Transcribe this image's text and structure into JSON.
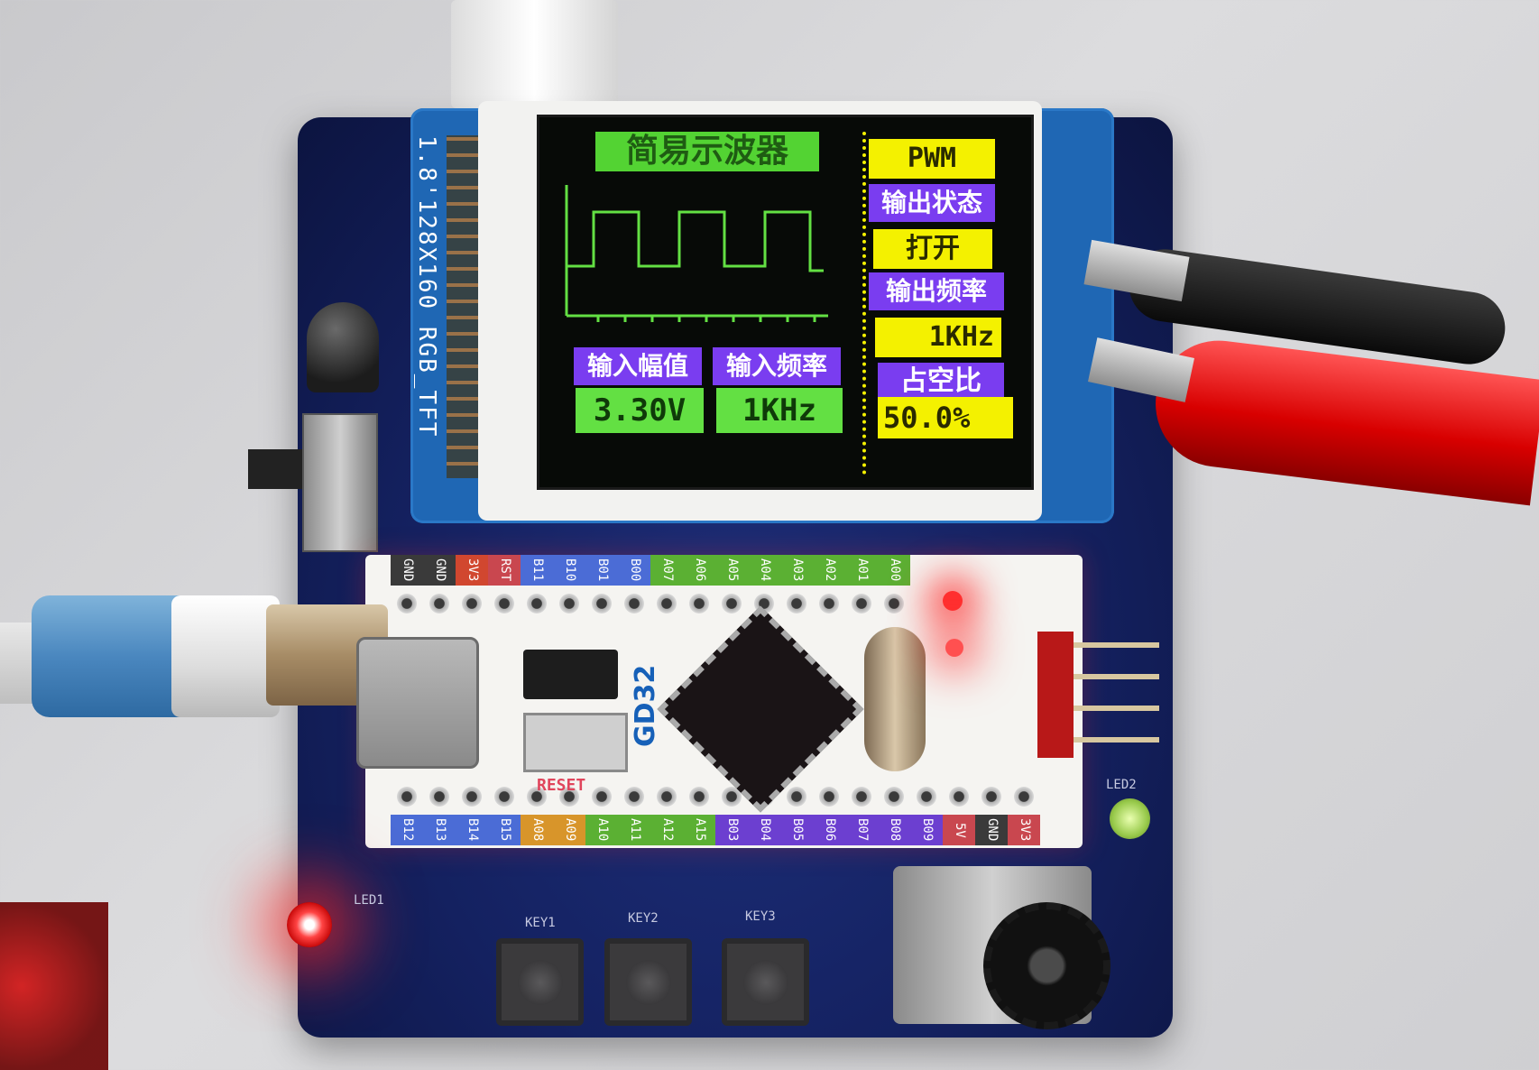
{
  "tft_silkscreen": "1.8'128X160 RGB_TFT",
  "screen": {
    "title": "简易示波器",
    "mode": "PWM",
    "output_status_label": "输出状态",
    "output_status_value": "打开",
    "output_freq_label": "输出频率",
    "output_freq_value": "1KHz",
    "duty_label": "占空比",
    "duty_value": "50.0%",
    "input_amp_label": "输入幅值",
    "input_freq_label": "输入频率",
    "input_amp_value": "3.30V",
    "input_freq_value": "1KHz",
    "colors": {
      "title_bg": "#53d333",
      "value_bg": "#f4f100",
      "label_bg": "#7a3df0",
      "wave": "#63e043"
    }
  },
  "mcu_board": {
    "brand_text": "GD32",
    "reset_label": "RESET",
    "top_pins": [
      "GND",
      "GND",
      "3V3",
      "RST",
      "B11",
      "B10",
      "B01",
      "B00",
      "A07",
      "A06",
      "A05",
      "A04",
      "A03",
      "A02",
      "A01",
      "A00"
    ],
    "bottom_pins": [
      "B12",
      "B13",
      "B14",
      "B15",
      "A08",
      "A09",
      "A10",
      "A11",
      "A12",
      "A15",
      "B03",
      "B04",
      "B05",
      "B06",
      "B07",
      "B08",
      "B09",
      "5V",
      "GND",
      "3V3"
    ]
  },
  "keys": [
    "KEY1",
    "KEY2",
    "KEY3"
  ],
  "led_labels": [
    "LED1",
    "LED2"
  ]
}
